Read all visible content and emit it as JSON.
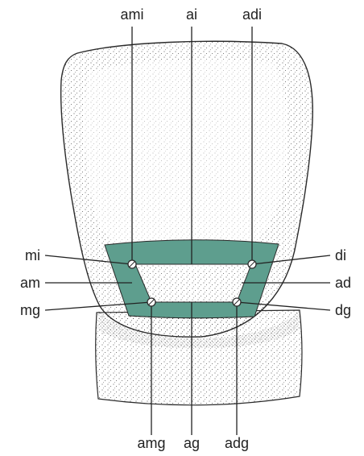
{
  "figure": {
    "labels": {
      "ami": "ami",
      "ai": "ai",
      "adi": "adi",
      "mi": "mi",
      "di": "di",
      "am": "am",
      "ad": "ad",
      "mg": "mg",
      "dg": "dg",
      "amg": "amg",
      "ag": "ag",
      "adg": "adg"
    },
    "colors": {
      "band_fill": "#5e9e8e",
      "outline": "#2a2a2a",
      "stipple": "#3a3a3a",
      "text": "#222222"
    }
  }
}
